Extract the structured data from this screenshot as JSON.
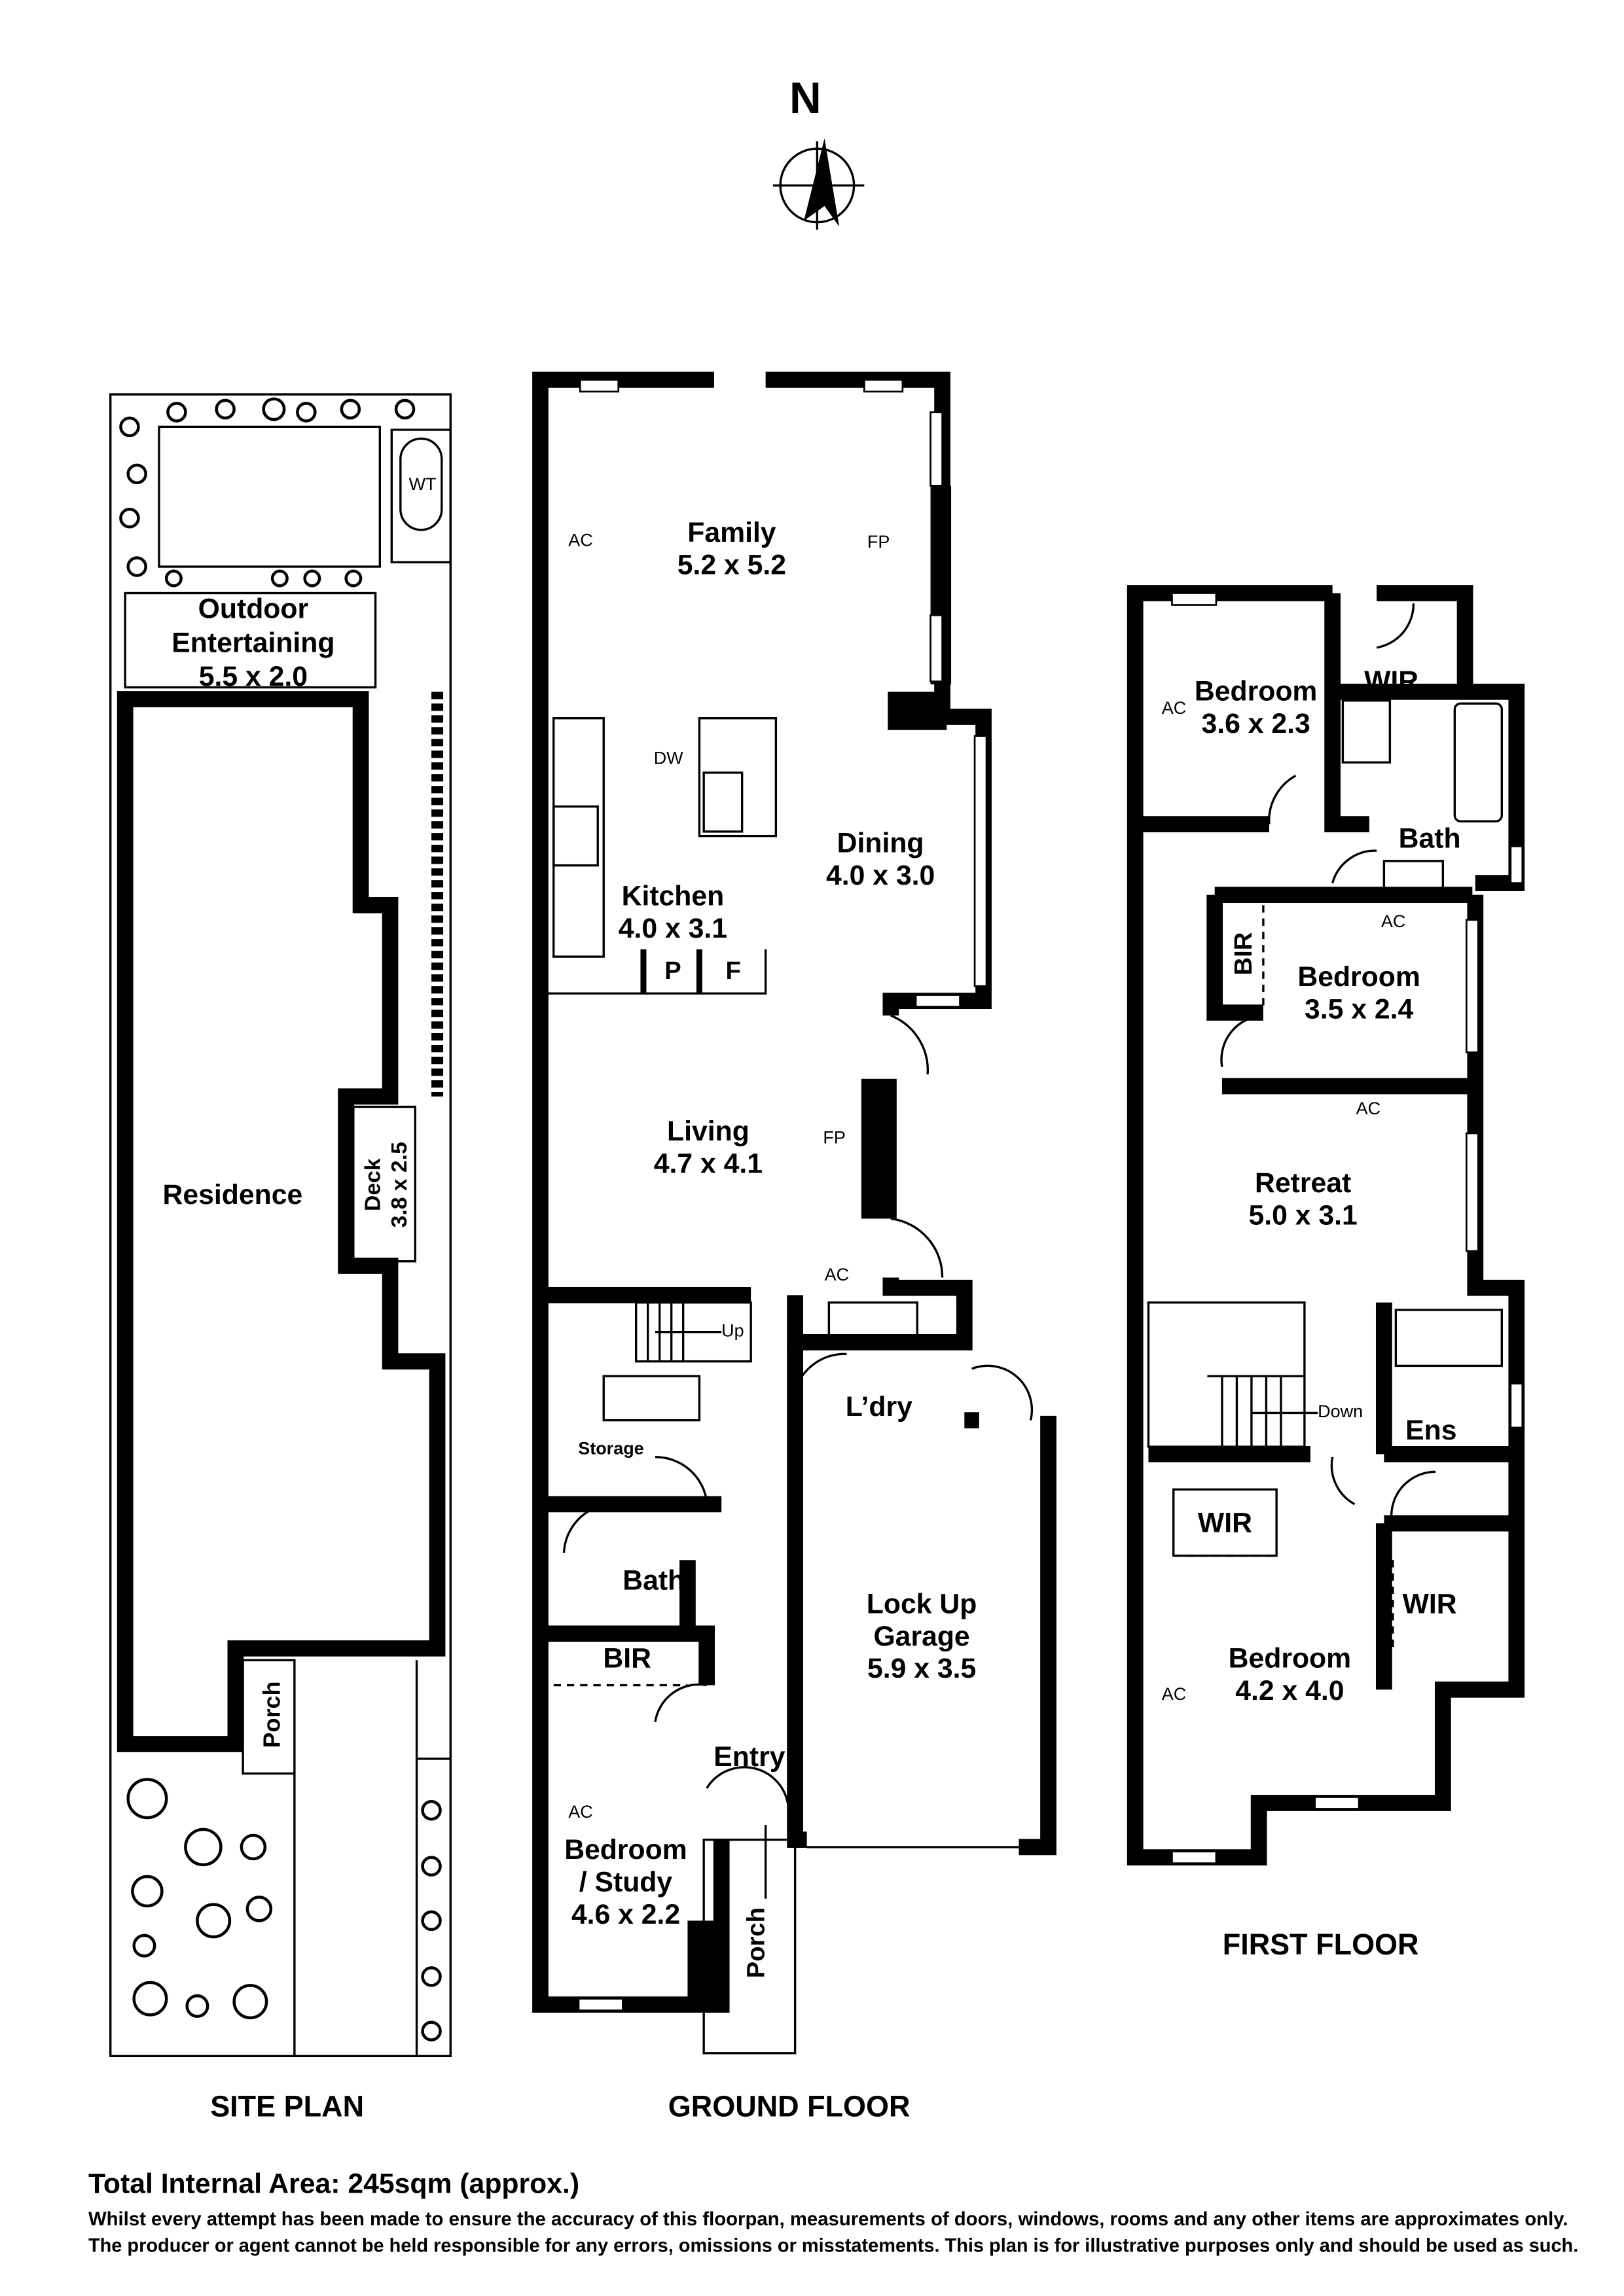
{
  "compass": {
    "label": "N"
  },
  "site_plan": {
    "title": "SITE PLAN",
    "water_tank": "WT",
    "outdoor": {
      "name": "Outdoor Entertaining",
      "line1": "Outdoor",
      "line2": "Entertaining",
      "size": "5.5 x 2.0"
    },
    "residence": "Residence",
    "deck": {
      "name": "Deck",
      "size": "3.8 x 2.5"
    },
    "porch": "Porch"
  },
  "ground_floor": {
    "title": "GROUND FLOOR",
    "rooms": {
      "family": {
        "name": "Family",
        "size": "5.2 x 5.2"
      },
      "kitchen": {
        "name": "Kitchen",
        "size": "4.0 x 3.1"
      },
      "dining": {
        "name": "Dining",
        "size": "4.0 x 3.0"
      },
      "living": {
        "name": "Living",
        "size": "4.7 x 4.1"
      },
      "laundry": {
        "name": "L’dry"
      },
      "storage": {
        "name": "Storage"
      },
      "bath": {
        "name": "Bath"
      },
      "bir": {
        "name": "BIR"
      },
      "entry": {
        "name": "Entry"
      },
      "garage": {
        "line1": "Lock Up",
        "line2": "Garage",
        "size": "5.9 x 3.5"
      },
      "bedroom_study": {
        "line1": "Bedroom",
        "line2": "/ Study",
        "size": "4.6 x 2.2"
      },
      "porch": {
        "name": "Porch"
      }
    },
    "fixtures": {
      "ac": "AC",
      "fp": "FP",
      "dw": "DW",
      "pantry": "P",
      "fridge": "F",
      "up": "Up"
    }
  },
  "first_floor": {
    "title": "FIRST FLOOR",
    "rooms": {
      "bedroom1": {
        "name": "Bedroom",
        "size": "3.6 x 2.3"
      },
      "wir1": {
        "name": "WIR"
      },
      "bath": {
        "name": "Bath"
      },
      "bedroom2": {
        "name": "Bedroom",
        "size": "3.5 x 2.4"
      },
      "bir": {
        "name": "BIR"
      },
      "retreat": {
        "name": "Retreat",
        "size": "5.0 x 3.1"
      },
      "ens": {
        "name": "Ens"
      },
      "wir2": {
        "name": "WIR"
      },
      "wir3": {
        "name": "WIR"
      },
      "bedroom3": {
        "name": "Bedroom",
        "size": "4.2 x 4.0"
      }
    },
    "fixtures": {
      "ac": "AC",
      "down": "Down"
    }
  },
  "footer": {
    "total_area": "Total Internal Area: 245sqm (approx.)",
    "disclaimer_1": "Whilst every attempt has been made to ensure the accuracy of this floorpan, measurements of doors, windows, rooms and any other items are approximates only.",
    "disclaimer_2": "The producer or agent cannot be held responsible for any errors, omissions or misstatements. This plan is for illustrative purposes only and should be used as such."
  }
}
